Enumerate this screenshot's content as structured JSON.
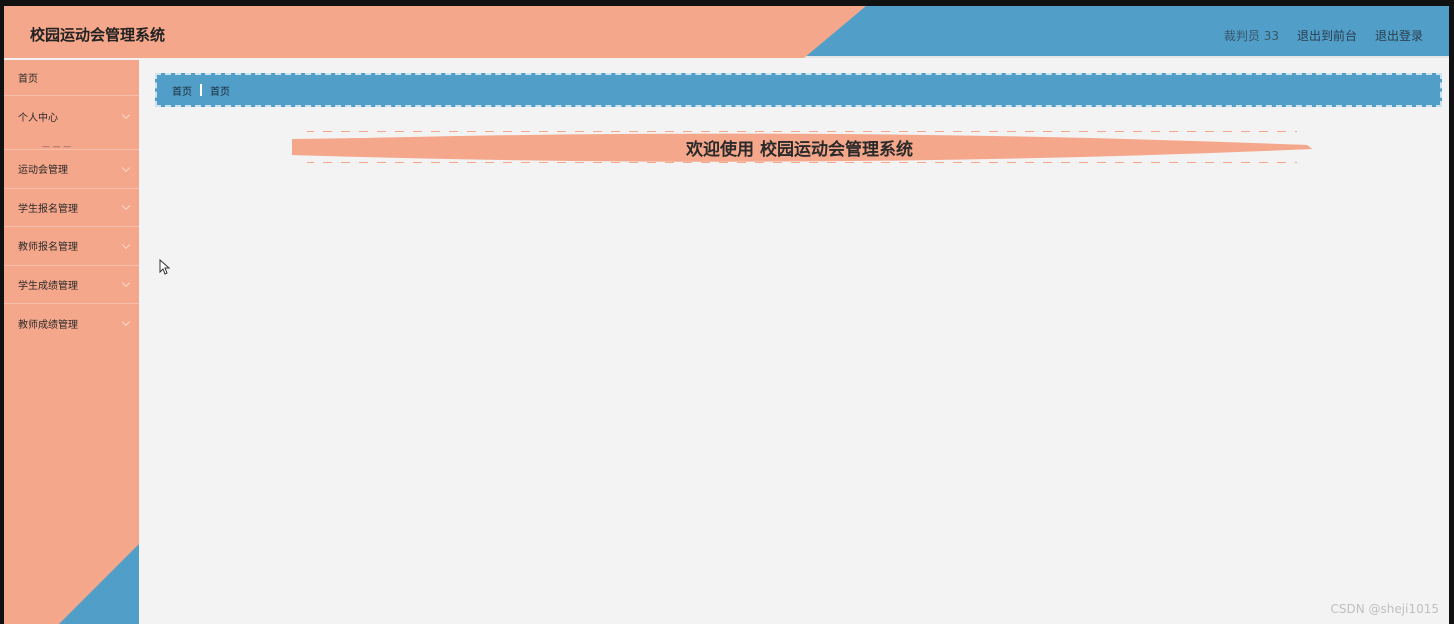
{
  "header": {
    "title": "校园运动会管理系统",
    "user": "裁判员 33",
    "to_front": "退出到前台",
    "logout": "退出登录"
  },
  "sidebar": {
    "items": [
      {
        "label": "首页"
      },
      {
        "label": "个人中心"
      },
      {
        "label": "运动会管理"
      },
      {
        "label": "学生报名管理"
      },
      {
        "label": "教师报名管理"
      },
      {
        "label": "学生成绩管理"
      },
      {
        "label": "教师成绩管理"
      }
    ]
  },
  "breadcrumb": {
    "home": "首页",
    "current": "首页"
  },
  "welcome": {
    "text": "欢迎使用 校园运动会管理系统"
  },
  "watermark": "CSDN @sheji1015",
  "colors": {
    "salmon": "#f5a78b",
    "blue": "#519fc8",
    "content_bg": "#f3f3f3"
  },
  "icons": [
    "chevron-down-icon",
    "mouse-cursor-icon"
  ]
}
